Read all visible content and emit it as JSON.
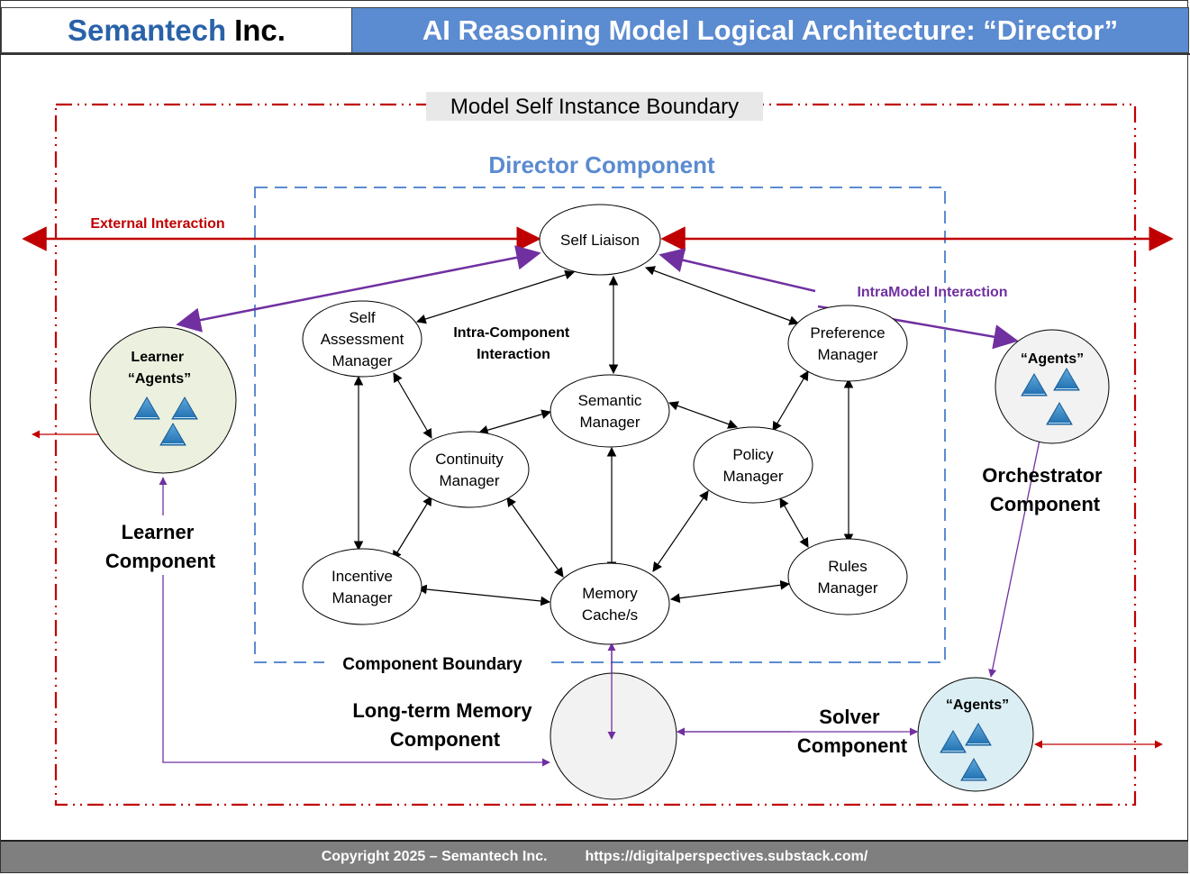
{
  "header": {
    "brand": "Semantech",
    "brand_suffix": "Inc.",
    "title": "AI Reasoning Model Logical Architecture: “Director”"
  },
  "footer": {
    "copyright": "Copyright 2025 – Semantech Inc.",
    "url": "https://digitalperspectives.substack.com/"
  },
  "colors": {
    "brand_blue": "#2a62a8",
    "header_blue": "#5b8bd0",
    "boundary_red": "#c00000",
    "component_blue": "#5b8bd0",
    "intra_model_purple": "#7030a0",
    "learner_fill": "#ebf1de",
    "orchestrator_fill": "#f2f2f2",
    "solver_fill": "#dbeef4",
    "memory_fill": "#f2f2f2",
    "footer_gray": "#7f7f7f"
  },
  "labels": {
    "model_boundary": "Model Self Instance Boundary",
    "director_component": "Director Component",
    "component_boundary": "Component Boundary",
    "external_interaction": "External Interaction",
    "intra_model_interaction": "IntraModel Interaction",
    "intra_component_interaction": [
      "Intra-Component",
      "Interaction"
    ],
    "learner_component": [
      "Learner",
      "Component"
    ],
    "orchestrator_component": [
      "Orchestrator",
      "Component"
    ],
    "solver_component": [
      "Solver",
      "Component"
    ],
    "long_term_memory_component": [
      "Long-term Memory",
      "Component"
    ]
  },
  "director_nodes": [
    {
      "id": "self-liaison",
      "lines": [
        "Self Liaison"
      ]
    },
    {
      "id": "self-assessment-manager",
      "lines": [
        "Self",
        "Assessment",
        "Manager"
      ]
    },
    {
      "id": "preference-manager",
      "lines": [
        "Preference",
        "Manager"
      ]
    },
    {
      "id": "semantic-manager",
      "lines": [
        "Semantic",
        "Manager"
      ]
    },
    {
      "id": "continuity-manager",
      "lines": [
        "Continuity",
        "Manager"
      ]
    },
    {
      "id": "policy-manager",
      "lines": [
        "Policy",
        "Manager"
      ]
    },
    {
      "id": "incentive-manager",
      "lines": [
        "Incentive",
        "Manager"
      ]
    },
    {
      "id": "memory-cache",
      "lines": [
        "Memory",
        "Cache/s"
      ]
    },
    {
      "id": "rules-manager",
      "lines": [
        "Rules",
        "Manager"
      ]
    }
  ],
  "agent_groups": [
    {
      "id": "learner-agents",
      "lines": [
        "Learner",
        "“Agents”"
      ]
    },
    {
      "id": "orchestrator-agents",
      "lines": [
        "“Agents”"
      ]
    },
    {
      "id": "solver-agents",
      "lines": [
        "“Agents”"
      ]
    }
  ],
  "connections": [
    {
      "from": "self-liaison",
      "to": "self-assessment-manager",
      "type": "intra-component"
    },
    {
      "from": "self-liaison",
      "to": "semantic-manager",
      "type": "intra-component"
    },
    {
      "from": "self-liaison",
      "to": "preference-manager",
      "type": "intra-component"
    },
    {
      "from": "self-assessment-manager",
      "to": "continuity-manager",
      "type": "intra-component"
    },
    {
      "from": "self-assessment-manager",
      "to": "incentive-manager",
      "type": "intra-component"
    },
    {
      "from": "semantic-manager",
      "to": "continuity-manager",
      "type": "intra-component"
    },
    {
      "from": "semantic-manager",
      "to": "policy-manager",
      "type": "intra-component"
    },
    {
      "from": "semantic-manager",
      "to": "memory-cache",
      "type": "intra-component"
    },
    {
      "from": "preference-manager",
      "to": "policy-manager",
      "type": "intra-component"
    },
    {
      "from": "preference-manager",
      "to": "rules-manager",
      "type": "intra-component"
    },
    {
      "from": "continuity-manager",
      "to": "incentive-manager",
      "type": "intra-component"
    },
    {
      "from": "continuity-manager",
      "to": "memory-cache",
      "type": "intra-component"
    },
    {
      "from": "policy-manager",
      "to": "memory-cache",
      "type": "intra-component"
    },
    {
      "from": "policy-manager",
      "to": "rules-manager",
      "type": "intra-component"
    },
    {
      "from": "incentive-manager",
      "to": "memory-cache",
      "type": "intra-component"
    },
    {
      "from": "rules-manager",
      "to": "memory-cache",
      "type": "intra-component"
    },
    {
      "from": "self-liaison",
      "to": "learner-agents",
      "type": "intra-model"
    },
    {
      "from": "self-liaison",
      "to": "orchestrator-agents",
      "type": "intra-model"
    },
    {
      "from": "orchestrator-agents",
      "to": "solver-agents",
      "type": "intra-model"
    },
    {
      "from": "memory-cache",
      "to": "long-term-memory",
      "type": "intra-model"
    },
    {
      "from": "long-term-memory",
      "to": "solver-agents",
      "type": "intra-model"
    },
    {
      "from": "learner-agents",
      "to": "long-term-memory",
      "type": "intra-model"
    },
    {
      "from": "external",
      "to": "self-liaison",
      "type": "external"
    },
    {
      "from": "external",
      "to": "learner-agents",
      "type": "external"
    },
    {
      "from": "external",
      "to": "solver-agents",
      "type": "external"
    }
  ]
}
